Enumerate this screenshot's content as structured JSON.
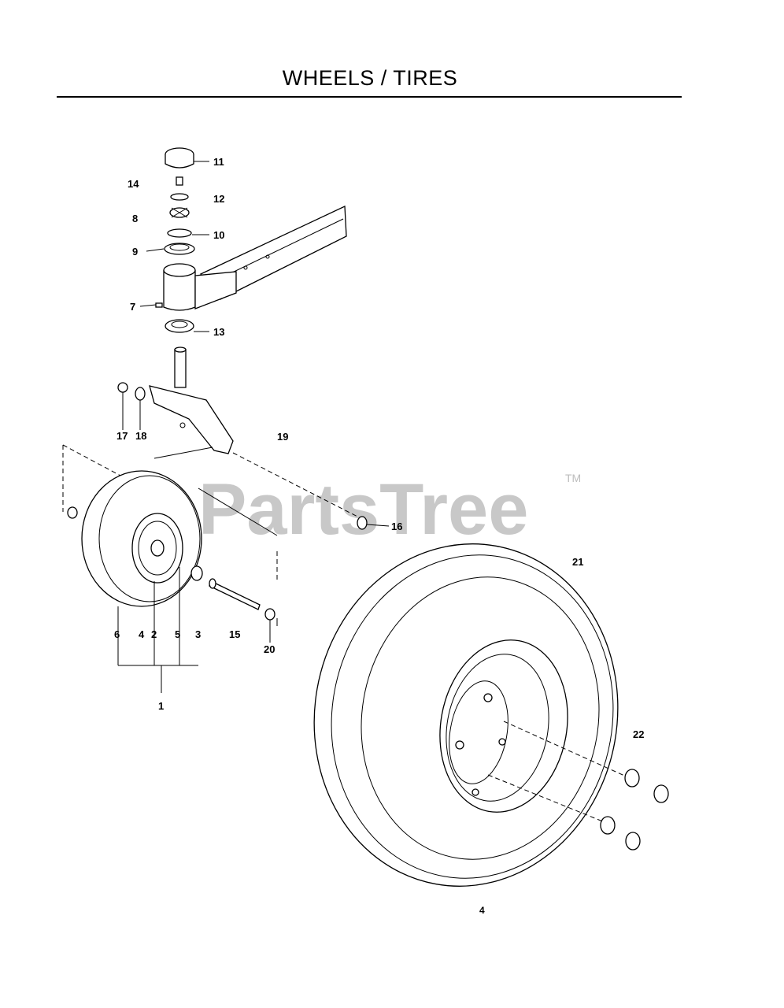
{
  "header": {
    "title": "WHEELS / TIRES"
  },
  "watermark": {
    "text": "PartsTree",
    "trademark": "TM"
  },
  "callouts": [
    {
      "id": "11",
      "label": "11"
    },
    {
      "id": "14",
      "label": "14"
    },
    {
      "id": "12",
      "label": "12"
    },
    {
      "id": "8",
      "label": "8"
    },
    {
      "id": "10",
      "label": "10"
    },
    {
      "id": "9",
      "label": "9"
    },
    {
      "id": "7",
      "label": "7"
    },
    {
      "id": "13",
      "label": "13"
    },
    {
      "id": "17",
      "label": "17"
    },
    {
      "id": "18",
      "label": "18"
    },
    {
      "id": "19",
      "label": "19"
    },
    {
      "id": "16",
      "label": "16"
    },
    {
      "id": "21",
      "label": "21"
    },
    {
      "id": "6",
      "label": "6"
    },
    {
      "id": "4a",
      "label": "4"
    },
    {
      "id": "2",
      "label": "2"
    },
    {
      "id": "5",
      "label": "5"
    },
    {
      "id": "3",
      "label": "3"
    },
    {
      "id": "15",
      "label": "15"
    },
    {
      "id": "20",
      "label": "20"
    },
    {
      "id": "1",
      "label": "1"
    },
    {
      "id": "22",
      "label": "22"
    }
  ],
  "footer": {
    "page_number": "4"
  }
}
